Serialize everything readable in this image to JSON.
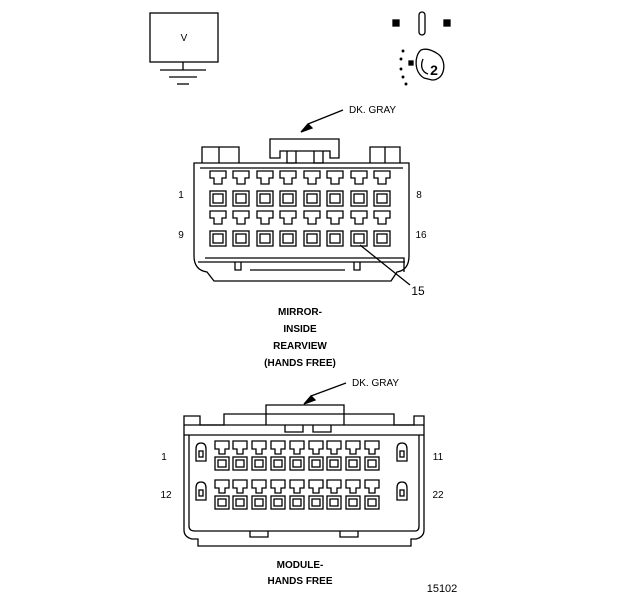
{
  "meter": {
    "symbol": "V"
  },
  "probe_number": "2",
  "connector_1": {
    "color_label": "DK. GRAY",
    "pin_first_top": "1",
    "pin_last_top": "8",
    "pin_first_bottom": "9",
    "pin_last_bottom": "16",
    "callout_pin": "15",
    "name_lines": [
      "MIRROR-",
      "INSIDE",
      "REARVIEW",
      "(HANDS FREE)"
    ]
  },
  "connector_2": {
    "color_label": "DK. GRAY",
    "pin_first_top": "1",
    "pin_last_top": "11",
    "pin_first_bottom": "12",
    "pin_last_bottom": "22",
    "name_lines": [
      "MODULE-",
      "HANDS FREE"
    ]
  },
  "figure_number": "15102"
}
